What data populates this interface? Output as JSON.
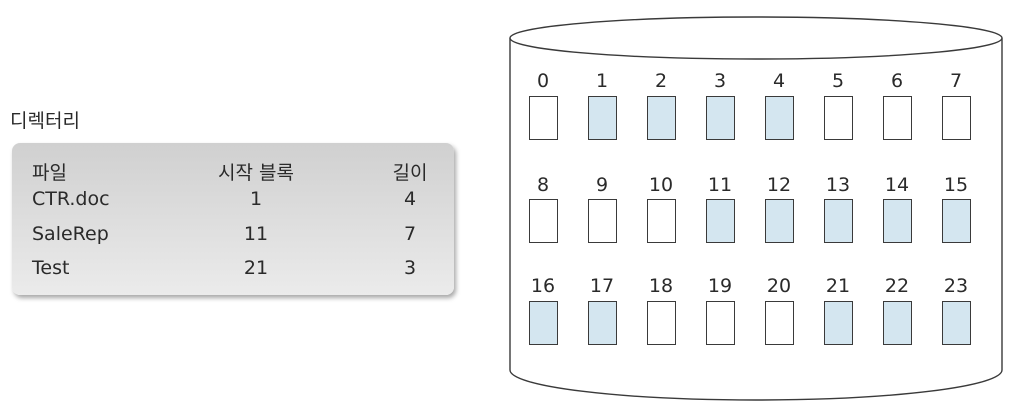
{
  "directory": {
    "title": "디렉터리",
    "headers": {
      "file": "파일",
      "start": "시작 블록",
      "length": "길이"
    },
    "rows": [
      {
        "file": "CTR.doc",
        "start": "1",
        "length": "4"
      },
      {
        "file": "SaleRep",
        "start": "11",
        "length": "7"
      },
      {
        "file": "Test",
        "start": "21",
        "length": "3"
      }
    ]
  },
  "disk": {
    "colors": {
      "used": "#d4e6f0",
      "free": "#ffffff",
      "outline": "#3a3a3a"
    },
    "blocks": [
      {
        "n": "0",
        "used": false
      },
      {
        "n": "1",
        "used": true
      },
      {
        "n": "2",
        "used": true
      },
      {
        "n": "3",
        "used": true
      },
      {
        "n": "4",
        "used": true
      },
      {
        "n": "5",
        "used": false
      },
      {
        "n": "6",
        "used": false
      },
      {
        "n": "7",
        "used": false
      },
      {
        "n": "8",
        "used": false
      },
      {
        "n": "9",
        "used": false
      },
      {
        "n": "10",
        "used": false
      },
      {
        "n": "11",
        "used": true
      },
      {
        "n": "12",
        "used": true
      },
      {
        "n": "13",
        "used": true
      },
      {
        "n": "14",
        "used": true
      },
      {
        "n": "15",
        "used": true
      },
      {
        "n": "16",
        "used": true
      },
      {
        "n": "17",
        "used": true
      },
      {
        "n": "18",
        "used": false
      },
      {
        "n": "19",
        "used": false
      },
      {
        "n": "20",
        "used": false
      },
      {
        "n": "21",
        "used": true
      },
      {
        "n": "22",
        "used": true
      },
      {
        "n": "23",
        "used": true
      }
    ]
  }
}
